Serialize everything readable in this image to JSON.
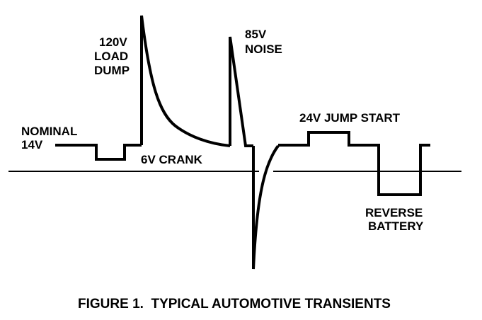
{
  "labels": {
    "nominal_line1": "NOMINAL",
    "nominal_line2": "14V",
    "load_dump_line1": "120V",
    "load_dump_line2": "LOAD",
    "load_dump_line3": "DUMP",
    "noise_line1": "85V",
    "noise_line2": "NOISE",
    "crank": "6V CRANK",
    "jump_start": "24V JUMP START",
    "reverse_line1": "REVERSE",
    "reverse_line2": "BATTERY"
  },
  "caption": "FIGURE 1.  TYPICAL AUTOMOTIVE TRANSIENTS",
  "colors": {
    "ink": "#000000",
    "background": "#ffffff"
  }
}
